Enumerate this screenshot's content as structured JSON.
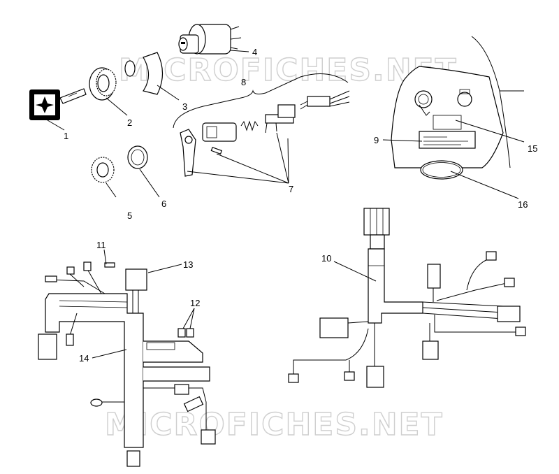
{
  "watermark": {
    "text": "MICROFICHES.NET"
  },
  "callouts": {
    "c1": "1",
    "c2": "2",
    "c3": "3",
    "c4": "4",
    "c5": "5",
    "c6": "6",
    "c7": "7",
    "c8": "8",
    "c9": "9",
    "c10": "10",
    "c11": "11",
    "c12": "12",
    "c13": "13",
    "c14": "14",
    "c15": "15",
    "c16": "16"
  }
}
